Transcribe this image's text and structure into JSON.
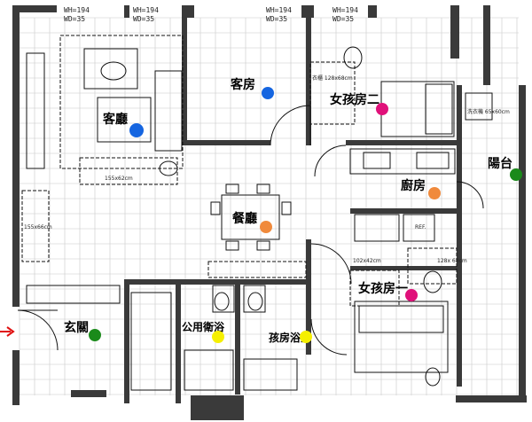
{
  "window_dims": [
    {
      "wh": "WH=194",
      "wd": "WD=35"
    },
    {
      "wh": "WH=194",
      "wd": "WD=35"
    },
    {
      "wh": "WH=194",
      "wd": "WD=35"
    },
    {
      "wh": "WH=194",
      "wd": "WD=35"
    }
  ],
  "rooms": {
    "living": "客廳",
    "guest": "客房",
    "girl_room_2": "女孩房二",
    "balcony": "陽台",
    "kitchen": "廚房",
    "dining": "餐廳",
    "entrance": "玄關",
    "girl_room_1": "女孩房一",
    "public_bath": "公用衛浴",
    "guest_bath": "孩房浴室"
  },
  "annotations": {
    "wardrobe_2": "衣櫃 128x68cm",
    "sofa_size": "155x62cm",
    "shoe_cab": "155x66cm",
    "fridge": "REF.",
    "wardrobe_1a": "102x42cm",
    "wardrobe_1b": "128x 68cm",
    "balcony_note": "洗衣機 65x60cm"
  },
  "markers": {
    "colors": {
      "blue": "#1565e0",
      "magenta": "#e0117a",
      "green": "#1a8a1a",
      "orange": "#f08a3c",
      "yellow": "#f5ef00",
      "red_arrow": "#e01010"
    }
  }
}
